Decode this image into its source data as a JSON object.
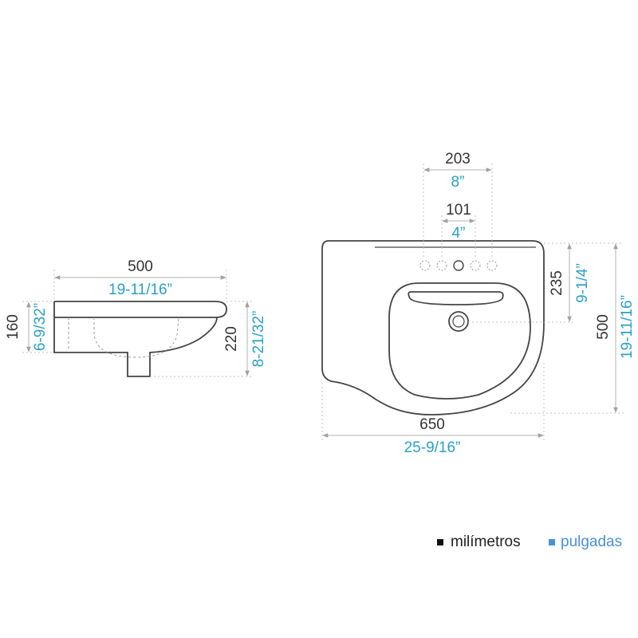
{
  "side_view": {
    "width_mm": "500",
    "width_in": "19-11/16”",
    "height_mm": "160",
    "height_in": "6-9/32”",
    "depth_mm": "220",
    "depth_in": "8-21/32”"
  },
  "top_view": {
    "faucet_spread_mm": "203",
    "faucet_spread_in": "8”",
    "center_spread_mm": "101",
    "center_spread_in": "4”",
    "drain_offset_mm": "235",
    "drain_offset_in": "9-1/4”",
    "depth_mm": "500",
    "depth_in": "19-11/16”",
    "width_mm": "650",
    "width_in": "25-9/16”"
  },
  "legend": {
    "mm_label": "milímetros",
    "in_label": "pulgadas",
    "mm_color": "#111111",
    "in_color": "#4a90d9"
  },
  "colors": {
    "mm_text": "#333333",
    "in_text": "#2a9fc9"
  }
}
